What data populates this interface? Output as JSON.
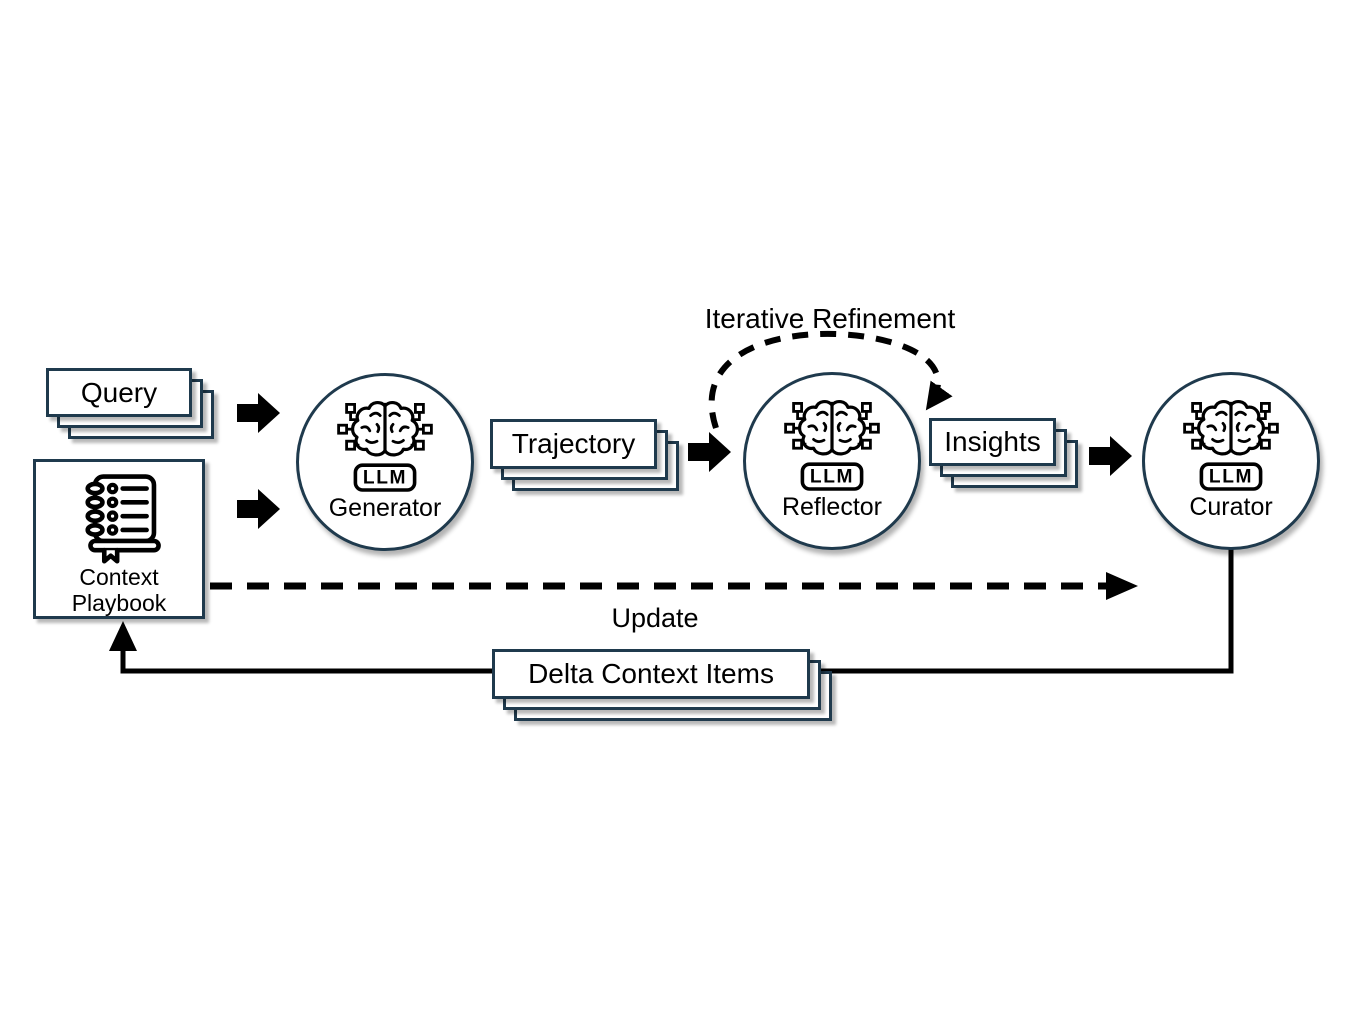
{
  "annotations": {
    "iterative_refinement": "Iterative Refinement",
    "update": "Update"
  },
  "nodes": {
    "query": {
      "label": "Query"
    },
    "context_playbook": {
      "line1": "Context",
      "line2": "Playbook"
    },
    "generator": {
      "label": "Generator",
      "badge": "LLM"
    },
    "trajectory": {
      "label": "Trajectory"
    },
    "reflector": {
      "label": "Reflector",
      "badge": "LLM"
    },
    "insights": {
      "label": "Insights"
    },
    "curator": {
      "label": "Curator",
      "badge": "LLM"
    },
    "delta_context_items": {
      "label": "Delta Context Items"
    }
  },
  "icons": {
    "brain": "llm-brain-circuit-icon",
    "notebook": "notebook-playbook-icon"
  },
  "colors": {
    "border": "#1f3a4d",
    "ink": "#000000",
    "background": "#ffffff"
  }
}
